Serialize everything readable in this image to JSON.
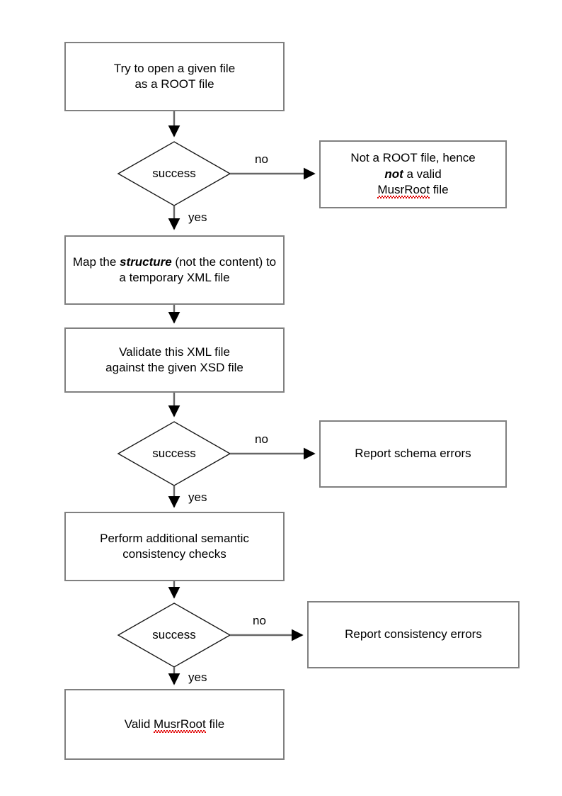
{
  "diagram": {
    "title": "MusrRoot file validation flowchart",
    "colors": {
      "box_border": "#808080",
      "diamond_stroke": "#1a1a1a",
      "connector": "#666666",
      "arrowhead": "#000000",
      "text": "#000000",
      "spellcheck_underline": "#e00000",
      "background": "#ffffff"
    },
    "nodes": [
      {
        "id": "open-root-file",
        "shape": "process",
        "lines": [
          "Try to open a given file",
          "as a ROOT file"
        ]
      },
      {
        "id": "decision-open",
        "shape": "decision",
        "label": "success"
      },
      {
        "id": "not-root-file",
        "shape": "process",
        "lines": [
          "Not a ROOT file, hence",
          "not a valid",
          "MusrRoot file"
        ],
        "line1": "Not a ROOT file, hence",
        "line2_bold": "not",
        "line2_rest": " a valid",
        "line3_misspelled": "MusrRoot",
        "line3_rest": " file"
      },
      {
        "id": "map-structure",
        "shape": "process",
        "lines": [
          "Map the structure (not",
          "the content) to a temporary",
          "XML file"
        ],
        "seg1": "Map the ",
        "seg2_bold": "structure",
        "seg3": " (not the content) to a temporary XML file"
      },
      {
        "id": "validate-xml",
        "shape": "process",
        "lines": [
          "Validate this XML file",
          "against the given XSD file"
        ]
      },
      {
        "id": "decision-schema",
        "shape": "decision",
        "label": "success"
      },
      {
        "id": "report-schema-errors",
        "shape": "process",
        "lines": [
          "Report schema errors"
        ]
      },
      {
        "id": "semantic-checks",
        "shape": "process",
        "lines": [
          "Perform additional semantic",
          "consistency checks"
        ]
      },
      {
        "id": "decision-consistency",
        "shape": "decision",
        "label": "success"
      },
      {
        "id": "report-consistency-errors",
        "shape": "process",
        "lines": [
          "Report consistency errors"
        ]
      },
      {
        "id": "valid-musrroot",
        "shape": "terminal",
        "lines": [
          "Valid MusrRoot file"
        ],
        "prefix": "Valid ",
        "misspelled": "MusrRoot",
        "suffix": " file"
      }
    ],
    "edges": [
      {
        "from": "open-root-file",
        "to": "decision-open",
        "label": ""
      },
      {
        "from": "decision-open",
        "to": "not-root-file",
        "label": "no"
      },
      {
        "from": "decision-open",
        "to": "map-structure",
        "label": "yes"
      },
      {
        "from": "map-structure",
        "to": "validate-xml",
        "label": ""
      },
      {
        "from": "validate-xml",
        "to": "decision-schema",
        "label": ""
      },
      {
        "from": "decision-schema",
        "to": "report-schema-errors",
        "label": "no"
      },
      {
        "from": "decision-schema",
        "to": "semantic-checks",
        "label": "yes"
      },
      {
        "from": "semantic-checks",
        "to": "decision-consistency",
        "label": ""
      },
      {
        "from": "decision-consistency",
        "to": "report-consistency-errors",
        "label": "no"
      },
      {
        "from": "decision-consistency",
        "to": "valid-musrroot",
        "label": "yes"
      }
    ],
    "labels": {
      "no_1": "no",
      "no_2": "no",
      "no_3": "no",
      "yes_1": "yes",
      "yes_2": "yes",
      "yes_3": "yes",
      "success_1": "success",
      "success_2": "success",
      "success_3": "success"
    },
    "text": {
      "box1_line1": "Try to open a given file",
      "box1_line2": "as a ROOT file",
      "box2_line1": "Not a ROOT file, hence",
      "box2_not": "not",
      "box2_line2_rest": " a valid",
      "box2_musrroot": "MusrRoot",
      "box2_line3_rest": " file",
      "box3_pre": "Map the ",
      "box3_structure": "structure",
      "box3_post": " (not the content) to a temporary XML file",
      "box4_line1": "Validate this XML file",
      "box4_line2": "against the given XSD file",
      "box5": "Report schema errors",
      "box6_line1": "Perform additional semantic",
      "box6_line2": "consistency checks",
      "box7": "Report consistency errors",
      "box8_pre": "Valid ",
      "box8_musrroot": "MusrRoot",
      "box8_post": " file"
    }
  }
}
